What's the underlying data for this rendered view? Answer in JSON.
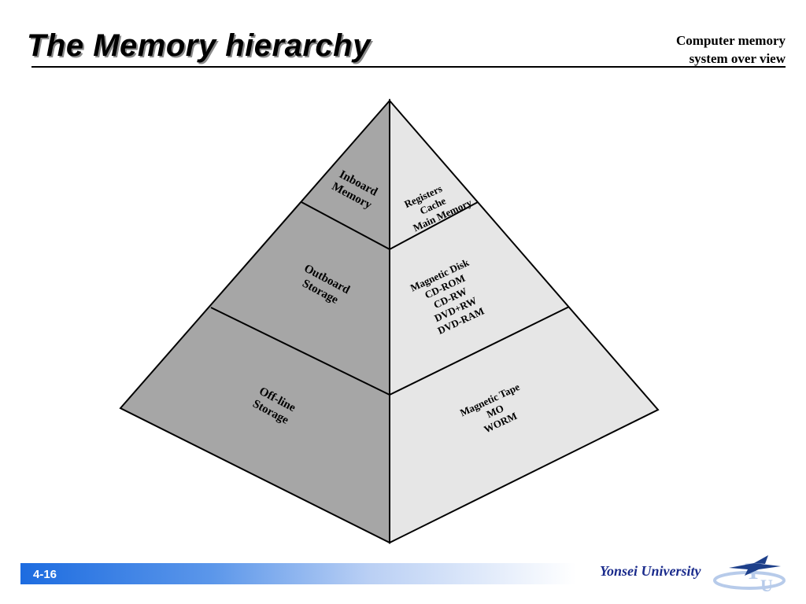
{
  "header": {
    "title": "The Memory hierarchy",
    "section_line1": "Computer memory",
    "section_line2": "system over view"
  },
  "pyramid": {
    "levels": [
      {
        "category": [
          "Inboard",
          "Memory"
        ],
        "items": [
          "Registers",
          "Cache",
          "Main Memory"
        ]
      },
      {
        "category": [
          "Outboard",
          "Storage"
        ],
        "items": [
          "Magnetic Disk",
          "CD-ROM",
          "CD-RW",
          "DVD+RW",
          "DVD-RAM"
        ]
      },
      {
        "category": [
          "Off-line",
          "Storage"
        ],
        "items": [
          "Magnetic Tape",
          "MO",
          "WORM"
        ]
      }
    ],
    "colors": {
      "left_face": "#a6a6a6",
      "right_face": "#e6e6e6",
      "outline": "#000000"
    }
  },
  "footer": {
    "slide_number": "4-16",
    "university": "Yonsei University"
  }
}
